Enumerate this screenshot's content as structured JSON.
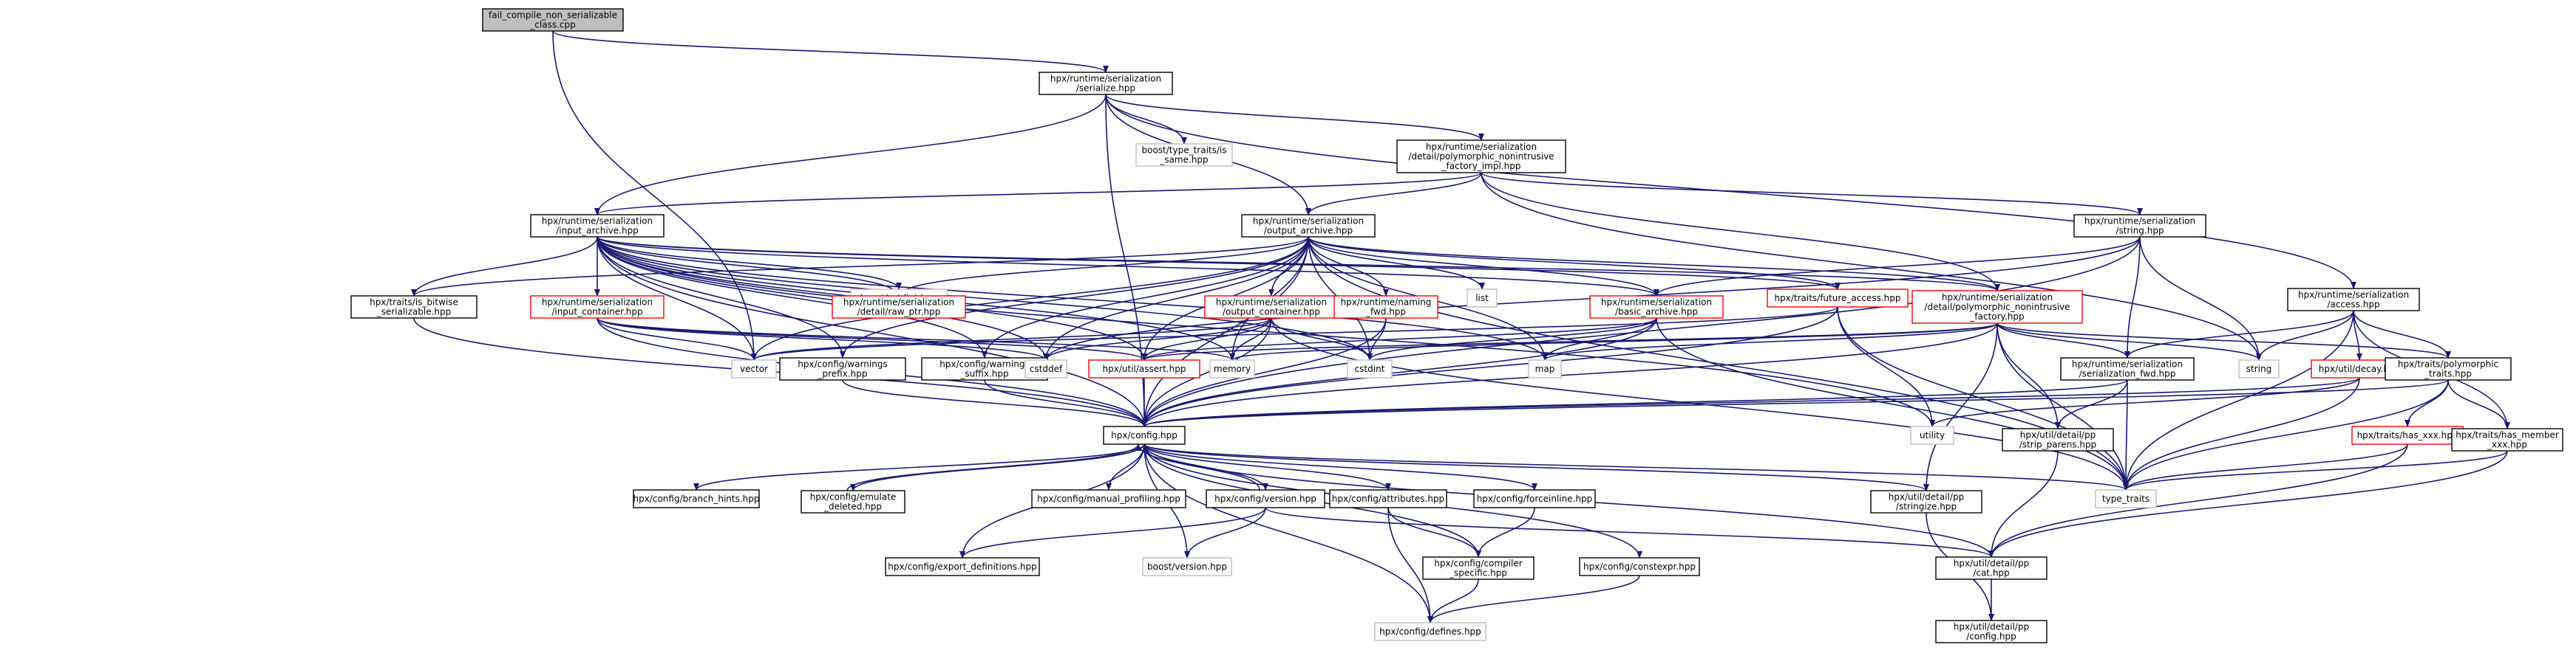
{
  "diagram": {
    "colors": {
      "edge": "#191970",
      "edge_dark": "#0b1a6e",
      "node_border": "#000000",
      "node_border_incomplete": "#ff0000",
      "node_border_external": "#bfbfbf",
      "root_fill": "#bfbfbf",
      "node_fill": "#ffffff"
    },
    "nodes": [
      {
        "id": "root",
        "lines": [
          "fail_compile_non_serializable",
          "_class.cpp"
        ],
        "kind": "root"
      },
      {
        "id": "serialize",
        "lines": [
          "hpx/runtime/serialization",
          "/serialize.hpp"
        ],
        "kind": "normal"
      },
      {
        "id": "is_same",
        "lines": [
          "boost/type_traits/is",
          "_same.hpp"
        ],
        "kind": "external"
      },
      {
        "id": "poly_impl",
        "lines": [
          "hpx/runtime/serialization",
          "/detail/polymorphic_nonintrusive",
          "_factory_impl.hpp"
        ],
        "kind": "normal"
      },
      {
        "id": "input_archive",
        "lines": [
          "hpx/runtime/serialization",
          "/input_archive.hpp"
        ],
        "kind": "normal"
      },
      {
        "id": "output_archive",
        "lines": [
          "hpx/runtime/serialization",
          "/output_archive.hpp"
        ],
        "kind": "normal"
      },
      {
        "id": "string_hpp",
        "lines": [
          "hpx/runtime/serialization",
          "/string.hpp"
        ],
        "kind": "normal"
      },
      {
        "id": "access",
        "lines": [
          "hpx/runtime/serialization",
          "/access.hpp"
        ],
        "kind": "normal"
      },
      {
        "id": "cstdint_boost",
        "lines": [
          "boost/cstdint.hpp"
        ],
        "kind": "external"
      },
      {
        "id": "is_bitwise",
        "lines": [
          "hpx/traits/is_bitwise",
          "_serializable.hpp"
        ],
        "kind": "normal"
      },
      {
        "id": "input_container",
        "lines": [
          "hpx/runtime/serialization",
          "/input_container.hpp"
        ],
        "kind": "incomplete"
      },
      {
        "id": "raw_ptr",
        "lines": [
          "hpx/runtime/serialization",
          "/detail/raw_ptr.hpp"
        ],
        "kind": "incomplete"
      },
      {
        "id": "output_container",
        "lines": [
          "hpx/runtime/serialization",
          "/output_container.hpp"
        ],
        "kind": "incomplete"
      },
      {
        "id": "naming_fwd",
        "lines": [
          "hpx/runtime/naming",
          "_fwd.hpp"
        ],
        "kind": "incomplete"
      },
      {
        "id": "list",
        "lines": [
          "list"
        ],
        "kind": "external"
      },
      {
        "id": "basic_archive",
        "lines": [
          "hpx/runtime/serialization",
          "/basic_archive.hpp"
        ],
        "kind": "incomplete"
      },
      {
        "id": "future_access",
        "lines": [
          "hpx/traits/future_access.hpp"
        ],
        "kind": "incomplete"
      },
      {
        "id": "poly_factory",
        "lines": [
          "hpx/runtime/serialization",
          "/detail/polymorphic_nonintrusive",
          "_factory.hpp"
        ],
        "kind": "incomplete"
      },
      {
        "id": "vector",
        "lines": [
          "vector"
        ],
        "kind": "external"
      },
      {
        "id": "warn_prefix",
        "lines": [
          "hpx/config/warnings",
          "_prefix.hpp"
        ],
        "kind": "normal"
      },
      {
        "id": "warn_suffix",
        "lines": [
          "hpx/config/warnings",
          "_suffix.hpp"
        ],
        "kind": "normal"
      },
      {
        "id": "cstddef",
        "lines": [
          "cstddef"
        ],
        "kind": "external"
      },
      {
        "id": "assert",
        "lines": [
          "hpx/util/assert.hpp"
        ],
        "kind": "incomplete"
      },
      {
        "id": "memory",
        "lines": [
          "memory"
        ],
        "kind": "external"
      },
      {
        "id": "cstdint",
        "lines": [
          "cstdint"
        ],
        "kind": "external"
      },
      {
        "id": "map",
        "lines": [
          "map"
        ],
        "kind": "external"
      },
      {
        "id": "ser_fwd",
        "lines": [
          "hpx/runtime/serialization",
          "/serialization_fwd.hpp"
        ],
        "kind": "normal"
      },
      {
        "id": "string",
        "lines": [
          "string"
        ],
        "kind": "external"
      },
      {
        "id": "decay",
        "lines": [
          "hpx/util/decay.hpp"
        ],
        "kind": "incomplete"
      },
      {
        "id": "poly_traits",
        "lines": [
          "hpx/traits/polymorphic",
          "_traits.hpp"
        ],
        "kind": "normal"
      },
      {
        "id": "config",
        "lines": [
          "hpx/config.hpp"
        ],
        "kind": "normal"
      },
      {
        "id": "utility",
        "lines": [
          "utility"
        ],
        "kind": "external"
      },
      {
        "id": "strip_parens",
        "lines": [
          "hpx/util/detail/pp",
          "/strip_parens.hpp"
        ],
        "kind": "normal"
      },
      {
        "id": "has_xxx",
        "lines": [
          "hpx/traits/has_xxx.hpp"
        ],
        "kind": "incomplete"
      },
      {
        "id": "has_member",
        "lines": [
          "hpx/traits/has_member",
          "_xxx.hpp"
        ],
        "kind": "normal"
      },
      {
        "id": "type_traits",
        "lines": [
          "type_traits"
        ],
        "kind": "external"
      },
      {
        "id": "branch_hints",
        "lines": [
          "hpx/config/branch_hints.hpp"
        ],
        "kind": "normal"
      },
      {
        "id": "emulate_deleted",
        "lines": [
          "hpx/config/emulate",
          "_deleted.hpp"
        ],
        "kind": "normal"
      },
      {
        "id": "manual_profiling",
        "lines": [
          "hpx/config/manual_profiling.hpp"
        ],
        "kind": "normal"
      },
      {
        "id": "version",
        "lines": [
          "hpx/config/version.hpp"
        ],
        "kind": "normal"
      },
      {
        "id": "attributes",
        "lines": [
          "hpx/config/attributes.hpp"
        ],
        "kind": "normal"
      },
      {
        "id": "forceinline",
        "lines": [
          "hpx/config/forceinline.hpp"
        ],
        "kind": "normal"
      },
      {
        "id": "stringize",
        "lines": [
          "hpx/util/detail/pp",
          "/stringize.hpp"
        ],
        "kind": "normal"
      },
      {
        "id": "export_defs",
        "lines": [
          "hpx/config/export_definitions.hpp"
        ],
        "kind": "normal"
      },
      {
        "id": "boost_version",
        "lines": [
          "boost/version.hpp"
        ],
        "kind": "external"
      },
      {
        "id": "compiler_specific",
        "lines": [
          "hpx/config/compiler",
          "_specific.hpp"
        ],
        "kind": "normal"
      },
      {
        "id": "constexpr",
        "lines": [
          "hpx/config/constexpr.hpp"
        ],
        "kind": "normal"
      },
      {
        "id": "cat",
        "lines": [
          "hpx/util/detail/pp",
          "/cat.hpp"
        ],
        "kind": "normal"
      },
      {
        "id": "defines",
        "lines": [
          "hpx/config/defines.hpp"
        ],
        "kind": "external"
      },
      {
        "id": "pp_config",
        "lines": [
          "hpx/util/detail/pp",
          "/config.hpp"
        ],
        "kind": "normal"
      }
    ]
  }
}
